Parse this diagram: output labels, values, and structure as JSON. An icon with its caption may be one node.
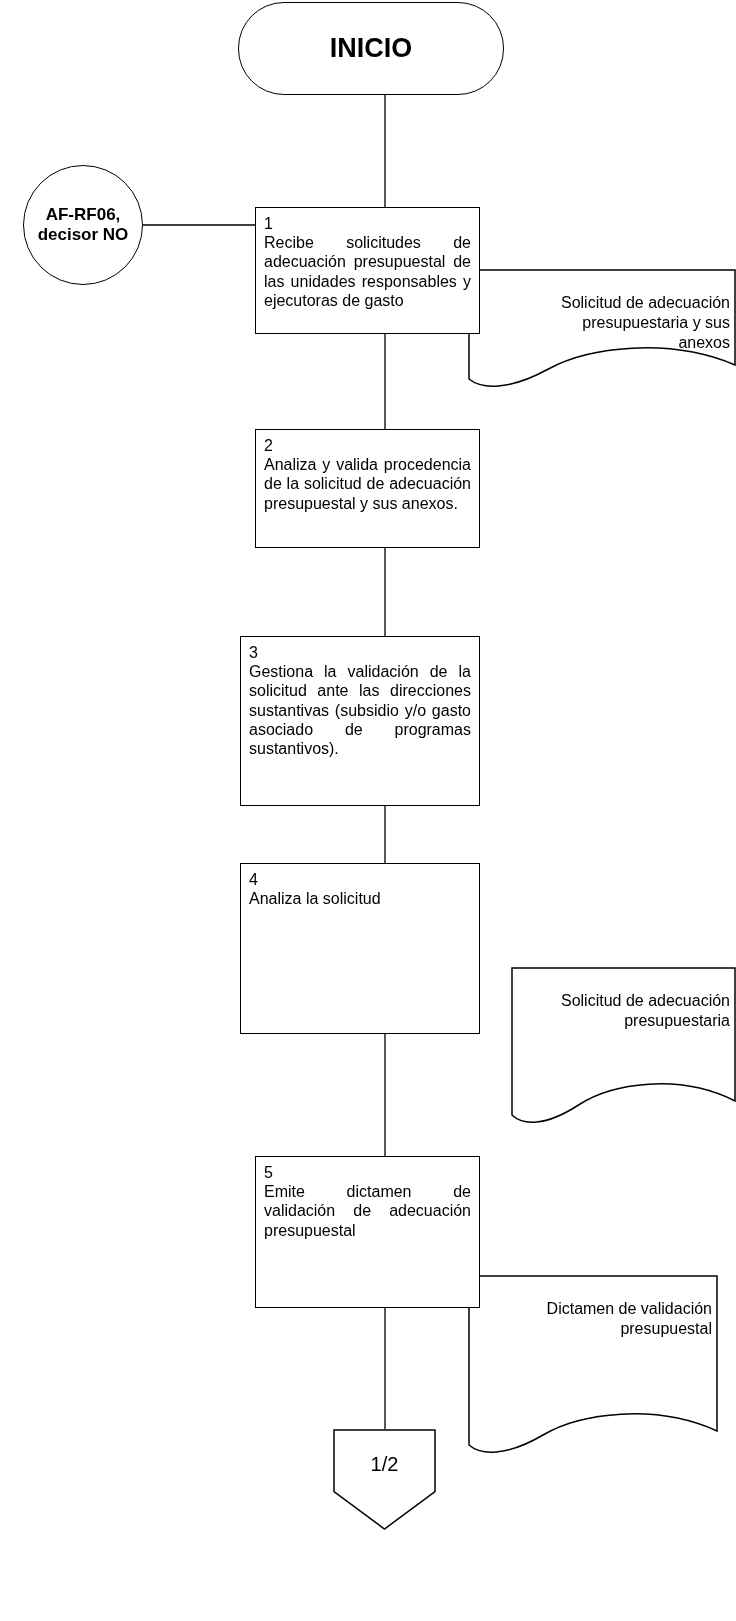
{
  "diagram": {
    "nodes": [
      {
        "text": [
          "INICIO"
        ]
      },
      {
        "text": [
          "AF-RF06, decisor NO"
        ]
      },
      {
        "text": [
          "1",
          "Recibe solicitudes de adecuación presupuestal de las unidades responsables y ejecutoras de gasto"
        ]
      },
      {
        "text": [
          "Solicitud de adecuación presupuestaria y sus anexos"
        ]
      },
      {
        "text": [
          "2",
          "Analiza y valida procedencia de la solicitud de adecuación presupuestal y sus anexos."
        ]
      },
      {
        "text": [
          "3",
          "Gestiona la validación de la solicitud ante las direcciones sustantivas (subsidio y/o gasto asociado de programas sustantivos)."
        ]
      },
      {
        "text": [
          "4",
          "Analiza la solicitud"
        ]
      },
      {
        "text": [
          "Solicitud de adecuación presupuestaria"
        ]
      },
      {
        "text": [
          "5",
          "Emite dictamen de validación de adecuación presupuestal"
        ]
      },
      {
        "text": [
          "Dictamen de validación presupuestal"
        ]
      },
      {
        "text": [
          "1/2"
        ]
      }
    ],
    "edges": [
      {
        "from": 0,
        "to": 2,
        "arrow": "none"
      },
      {
        "from": 1,
        "to": 2,
        "arrow": "none"
      },
      {
        "from": 2,
        "to": 4,
        "arrow": "none"
      },
      {
        "from": 4,
        "to": 5,
        "arrow": "none"
      },
      {
        "from": 5,
        "to": 6,
        "arrow": "none"
      },
      {
        "from": 6,
        "to": 8,
        "arrow": "none"
      },
      {
        "from": 8,
        "to": 10,
        "arrow": "none"
      }
    ]
  }
}
